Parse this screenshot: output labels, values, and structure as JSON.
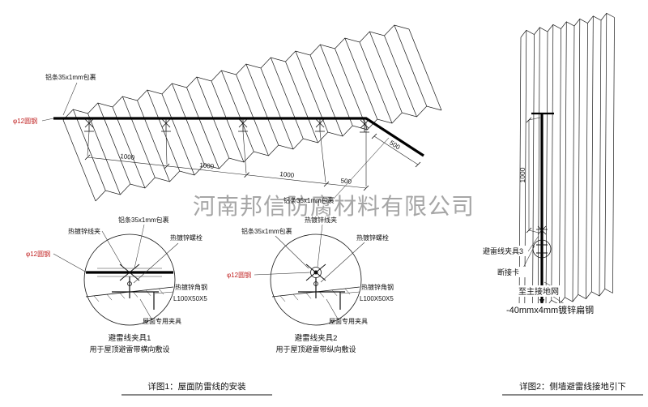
{
  "watermark": "河南邦信防腐材料有限公司",
  "roof_view": {
    "label_wrap_top": "铝条35x1mm包裹",
    "label_rod": "φ12圆钢",
    "label_wrap_bottom": "铝条35x1mm包裹",
    "dim_segments": [
      "1000",
      "1000",
      "1000",
      "500"
    ],
    "dim_edge": "500"
  },
  "detail1": {
    "title": "避雷线夹具1",
    "subtitle": "用于屋顶避雷带横向敷设",
    "label_clip": "热镀锌线夹",
    "label_wrap": "铝条35x1mm包裹",
    "label_bolt": "热镀锌螺栓",
    "label_rod": "φ12圆钢",
    "label_angle": "热镀锌角钢",
    "label_angle_size": "L100X50X5",
    "label_fixture": "屋面专用夹具"
  },
  "detail2": {
    "title": "避雷线夹具2",
    "subtitle": "用于屋顶避雷带纵向敷设",
    "label_clip": "热镀锌线夹",
    "label_wrap": "铝条35x1mm包裹",
    "label_bolt": "热镀锌螺栓",
    "label_rod": "φ12圆钢",
    "label_angle": "热镀锌角钢",
    "label_angle_size": "L100X50X5",
    "label_fixture": "屋面专用夹具"
  },
  "caption1": "详图1：屋面防雷线的安装",
  "wall_view": {
    "dim": "1000",
    "label_clamp": "避雷线夹具3",
    "label_disconnect": "断接卡",
    "label_ground": "至主接地网",
    "label_flat_steel": "-40mmx4mm镀锌扁钢"
  },
  "caption2": "详图2：侧墙避雷线接地引下"
}
